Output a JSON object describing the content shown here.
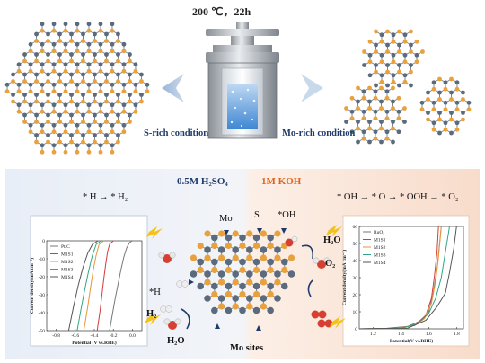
{
  "header": {
    "title": "200 ℃，22h"
  },
  "conditions": {
    "s_rich": "S-rich condition",
    "mo_rich": "Mo-rich condition"
  },
  "panel": {
    "acid": "0.5M H₂SO₄",
    "base": "1M KOH",
    "her_reaction": "* H → * H₂",
    "oer_reaction": "* OH → * O → * OOH → * O₂"
  },
  "labels": {
    "mo": "Mo",
    "s": "S",
    "oh": "*OH",
    "h_ads": "*H",
    "h2_left": "H₂",
    "h2o_left": "H₂O",
    "h2o_right": "H₂O",
    "o2": "O₂",
    "mo_sites": "Mo sites"
  },
  "colors": {
    "mo": "#5b6a7c",
    "s": "#e8a13c",
    "acid_bg": "#eef2f8",
    "base_bg": "#fbe9dd",
    "accent_orange": "#e0621d"
  },
  "chart_data": [
    {
      "type": "line",
      "xlabel": "Potential (V vs.RHE)",
      "ylabel": "Current density(mA cm⁻²)",
      "xlim": [
        -0.9,
        0.1
      ],
      "ylim": [
        -50,
        0
      ],
      "xticks": [
        "-0.8",
        "-0.6",
        "-0.4",
        "-0.2",
        "0.0"
      ],
      "yticks": [
        "0",
        "-10",
        "-20",
        "-30",
        "-40",
        "-50"
      ],
      "legend_position": "top-left",
      "series": [
        {
          "name": "Pt/C",
          "color": "#777777",
          "x": [
            0.0,
            -0.03,
            -0.06,
            -0.09,
            -0.12,
            -0.15,
            -0.18,
            -0.21,
            -0.24
          ],
          "y": [
            0,
            -1,
            -4,
            -9,
            -16,
            -24,
            -32,
            -41,
            -50
          ]
        },
        {
          "name": "M1S1",
          "color": "#d43c3c",
          "x": [
            -0.2,
            -0.24,
            -0.26,
            -0.28,
            -0.3,
            -0.32,
            -0.34,
            -0.37
          ],
          "y": [
            0,
            -2,
            -6,
            -13,
            -21,
            -30,
            -39,
            -50
          ]
        },
        {
          "name": "M1S2",
          "color": "#e5973a",
          "x": [
            -0.3,
            -0.35,
            -0.38,
            -0.41,
            -0.44,
            -0.47,
            -0.51
          ],
          "y": [
            0,
            -2,
            -8,
            -16,
            -26,
            -37,
            -50
          ]
        },
        {
          "name": "M1S3",
          "color": "#2ea880",
          "x": [
            -0.33,
            -0.38,
            -0.42,
            -0.46,
            -0.5,
            -0.54,
            -0.58
          ],
          "y": [
            0,
            -2,
            -8,
            -17,
            -27,
            -38,
            -50
          ]
        },
        {
          "name": "M1S4",
          "color": "#555555",
          "x": [
            -0.36,
            -0.42,
            -0.47,
            -0.52,
            -0.57,
            -0.62,
            -0.67
          ],
          "y": [
            0,
            -2,
            -7,
            -15,
            -25,
            -37,
            -50
          ]
        }
      ]
    },
    {
      "type": "line",
      "xlabel": "Potential(V vs.RHE)",
      "ylabel": "Current density(mA cm⁻²)",
      "xlim": [
        1.1,
        1.85
      ],
      "ylim": [
        0,
        60
      ],
      "xticks": [
        "1.2",
        "1.4",
        "1.6",
        "1.8"
      ],
      "yticks": [
        "0",
        "10",
        "20",
        "30",
        "40",
        "50",
        "60"
      ],
      "legend_position": "top-left",
      "series": [
        {
          "name": "RuO₂",
          "color": "#777777",
          "x": [
            1.1,
            1.3,
            1.45,
            1.55,
            1.6,
            1.63,
            1.66,
            1.69
          ],
          "y": [
            0,
            0.3,
            1.5,
            5,
            10,
            20,
            35,
            60
          ]
        },
        {
          "name": "M1S1",
          "color": "#d43c3c",
          "x": [
            1.1,
            1.35,
            1.5,
            1.58,
            1.62,
            1.64,
            1.66,
            1.67
          ],
          "y": [
            0,
            0.2,
            2,
            8,
            18,
            30,
            45,
            60
          ]
        },
        {
          "name": "M1S2",
          "color": "#e5973a",
          "x": [
            1.1,
            1.35,
            1.5,
            1.57,
            1.62,
            1.65,
            1.67,
            1.69
          ],
          "y": [
            0,
            0.2,
            2,
            6,
            15,
            28,
            42,
            60
          ]
        },
        {
          "name": "M1S3",
          "color": "#2ea880",
          "x": [
            1.1,
            1.4,
            1.52,
            1.6,
            1.65,
            1.69,
            1.72,
            1.75
          ],
          "y": [
            0,
            0.3,
            3,
            9,
            18,
            30,
            45,
            60
          ]
        },
        {
          "name": "M1S4",
          "color": "#555555",
          "x": [
            1.1,
            1.45,
            1.58,
            1.66,
            1.72,
            1.75,
            1.78,
            1.8
          ],
          "y": [
            0,
            0.5,
            5,
            13,
            21,
            33,
            47,
            60
          ]
        }
      ]
    }
  ]
}
